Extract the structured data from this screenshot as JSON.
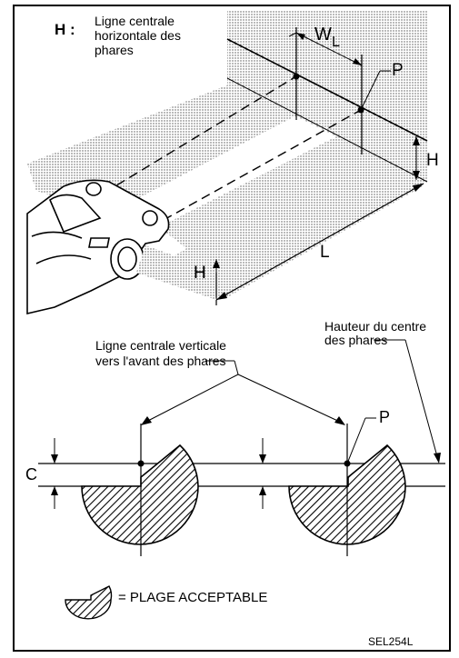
{
  "top_diagram": {
    "legend_key": "H :",
    "legend_lines": [
      "Ligne centrale",
      "horizontale des",
      "phares"
    ],
    "label_wl_main": "W",
    "label_wl_sub": "L",
    "label_p": "P",
    "label_h_right": "H",
    "label_h_car": "H",
    "label_l": "L"
  },
  "bottom_diagram": {
    "label_vertical_line": [
      "Ligne centrale verticale",
      "vers l'avant des phares"
    ],
    "label_height_center": [
      "Hauteur du centre",
      "des phares"
    ],
    "label_p": "P",
    "label_c": "C"
  },
  "legend": {
    "text": "= PLAGE ACCEPTABLE"
  },
  "figure_code": "SEL254L"
}
